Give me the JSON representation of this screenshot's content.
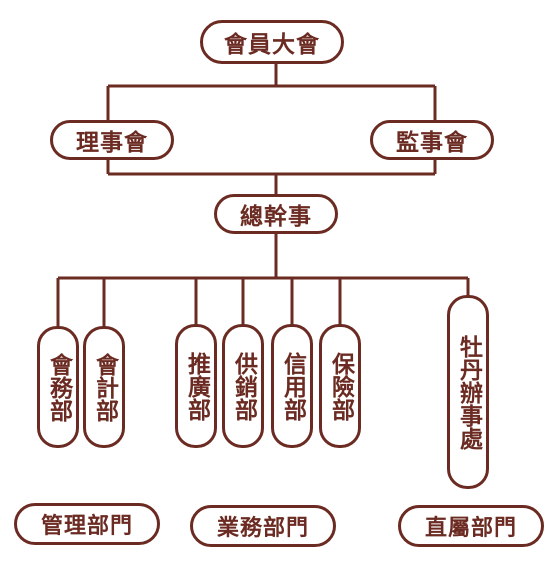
{
  "colors": {
    "stroke": "#6b2b22",
    "background": "#ffffff"
  },
  "chart": {
    "top": "會員大會",
    "board": "理事會",
    "supervisors": "監事會",
    "executive": "總幹事",
    "departments": {
      "general_affairs": "會務部",
      "accounting": "會計部",
      "extension": "推廣部",
      "supply_marketing": "供銷部",
      "credit": "信用部",
      "insurance": "保險部",
      "peony_office": "牡丹辦事處"
    },
    "groups": {
      "management": "管理部門",
      "business": "業務部門",
      "direct": "直屬部門"
    }
  }
}
